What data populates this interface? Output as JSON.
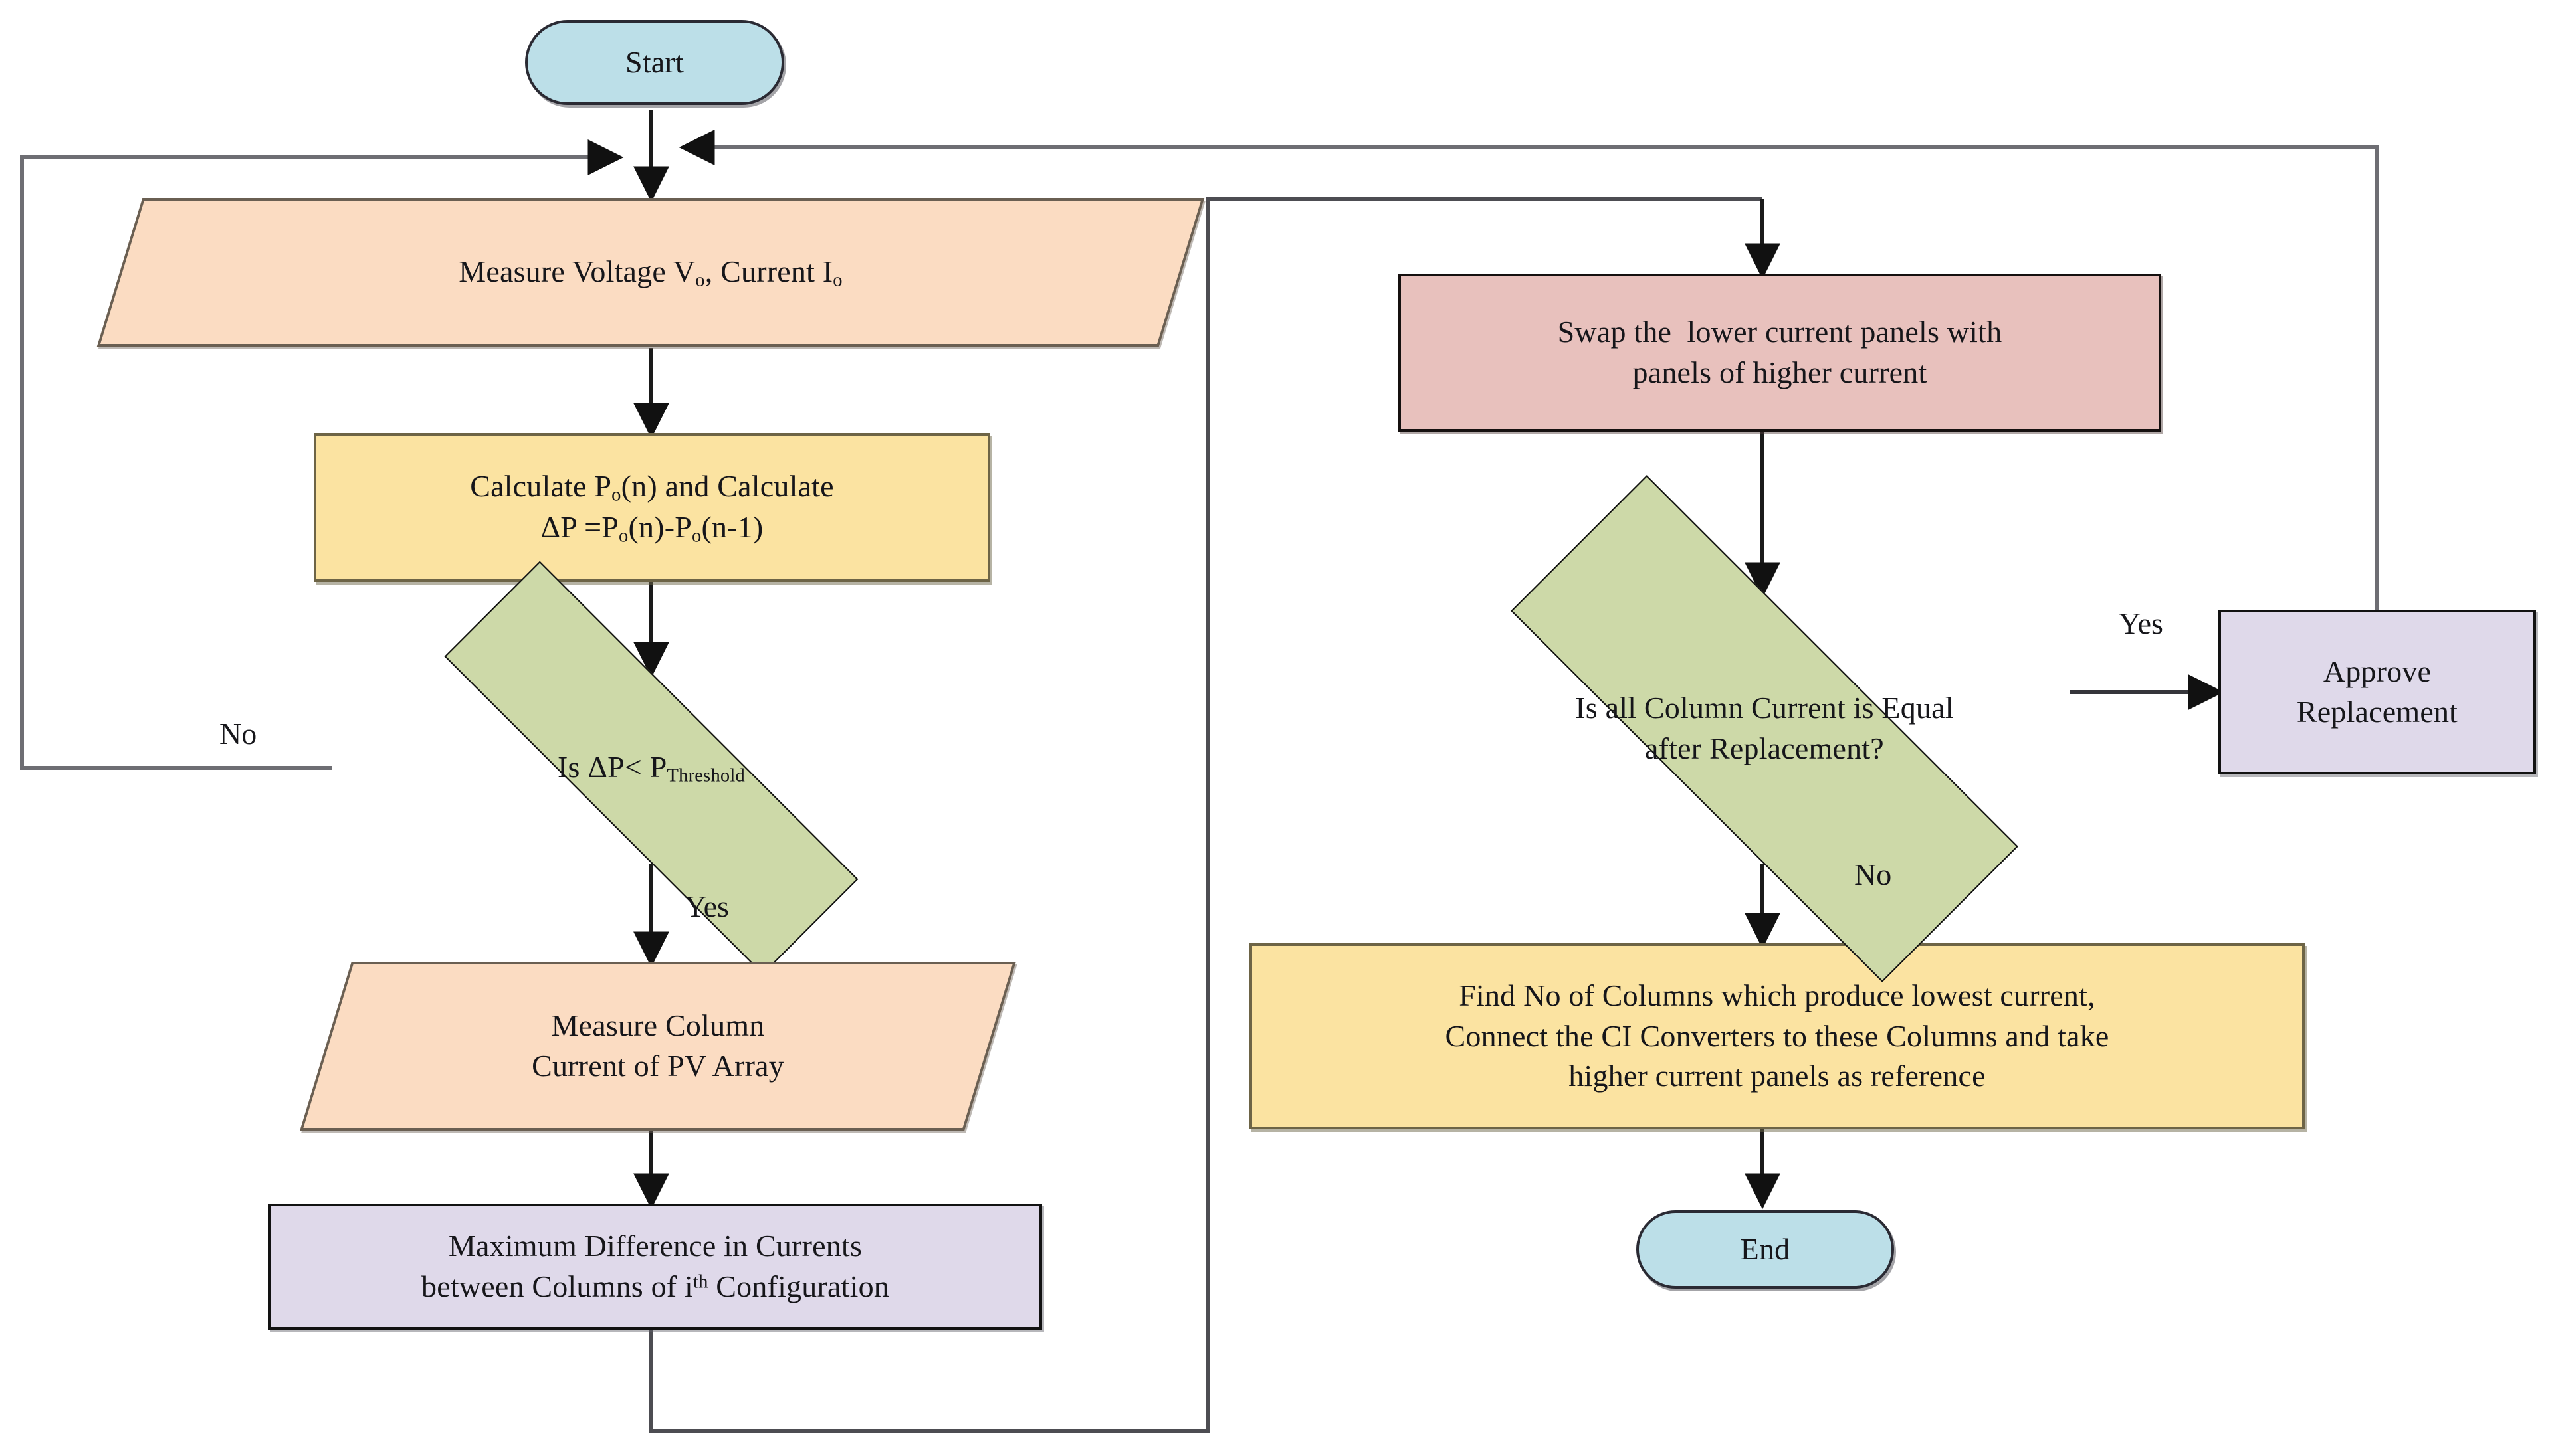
{
  "diagram": {
    "title": "PV array column-current balancing flowchart",
    "colors": {
      "terminator_fill": "#bcdfe8",
      "data_fill": "#fbdcc2",
      "process_yellow_fill": "#fbe3a1",
      "process_pink_fill": "#e8c1bd",
      "process_purple_fill": "#dfd9ea",
      "decision_fill": "#cdd9a8",
      "edge_stroke": "#1a1a1a",
      "background": "#ffffff"
    }
  },
  "nodes": {
    "start": {
      "label": "Start",
      "shape": "terminator"
    },
    "measure_voltage": {
      "label_html": "Measure Voltage V<sub>o</sub>, Current I<sub>o</sub>",
      "label": "Measure Voltage Vo, Current Io",
      "shape": "parallelogram"
    },
    "calculate_power": {
      "label_html": "Calculate P<sub>o</sub>(n) and Calculate<br>ΔP =P<sub>o</sub>(n)-P<sub>o</sub>(n-1)",
      "label": "Calculate Po(n) and Calculate ΔP =Po(n)-Po(n-1)",
      "shape": "process"
    },
    "decision_threshold": {
      "label_html": "Is ΔP&lt; P<sub>Threshold</sub>",
      "label": "Is ΔP< PThreshold",
      "shape": "decision"
    },
    "measure_column_current": {
      "label_html": "Measure Column<br>Current of PV Array",
      "label": "Measure Column Current of PV Array",
      "shape": "parallelogram"
    },
    "max_difference": {
      "label_html": "Maximum Difference in Currents<br>between Columns of i<sup>th</sup> Configuration",
      "label": "Maximum Difference in Currents between Columns of ith Configuration",
      "shape": "process"
    },
    "swap_panels": {
      "label_html": "Swap the&nbsp; lower current panels with<br>panels of higher current",
      "label": "Swap the  lower current panels with panels of higher current",
      "shape": "process"
    },
    "decision_equal": {
      "label_html": "Is all Column Current is Equal<br>after Replacement?",
      "label": "Is all Column Current is Equal after Replacement?",
      "shape": "decision"
    },
    "approve_replacement": {
      "label_html": "Approve<br>Replacement",
      "label": "Approve Replacement",
      "shape": "process"
    },
    "find_columns": {
      "label_html": "Find No of Columns which produce lowest current,<br>Connect the CI Converters to these Columns and take<br>higher current panels as reference",
      "label": "Find No of Columns which produce lowest current, Connect the CI Converters to these Columns and take higher current panels as reference",
      "shape": "process"
    },
    "end": {
      "label": "End",
      "shape": "terminator"
    }
  },
  "edge_labels": {
    "threshold_no": "No",
    "threshold_yes": "Yes",
    "equal_yes": "Yes",
    "equal_no": "No"
  },
  "edges": [
    {
      "from": "start",
      "to": "measure_voltage",
      "label": ""
    },
    {
      "from": "measure_voltage",
      "to": "calculate_power",
      "label": ""
    },
    {
      "from": "calculate_power",
      "to": "decision_threshold",
      "label": ""
    },
    {
      "from": "decision_threshold",
      "to": "measure_voltage",
      "label": "No"
    },
    {
      "from": "decision_threshold",
      "to": "measure_column_current",
      "label": "Yes"
    },
    {
      "from": "measure_column_current",
      "to": "max_difference",
      "label": ""
    },
    {
      "from": "max_difference",
      "to": "swap_panels",
      "label": ""
    },
    {
      "from": "swap_panels",
      "to": "decision_equal",
      "label": ""
    },
    {
      "from": "decision_equal",
      "to": "approve_replacement",
      "label": "Yes"
    },
    {
      "from": "decision_equal",
      "to": "find_columns",
      "label": "No"
    },
    {
      "from": "find_columns",
      "to": "end",
      "label": ""
    },
    {
      "from": "approve_replacement",
      "to": "measure_voltage",
      "label": ""
    }
  ]
}
